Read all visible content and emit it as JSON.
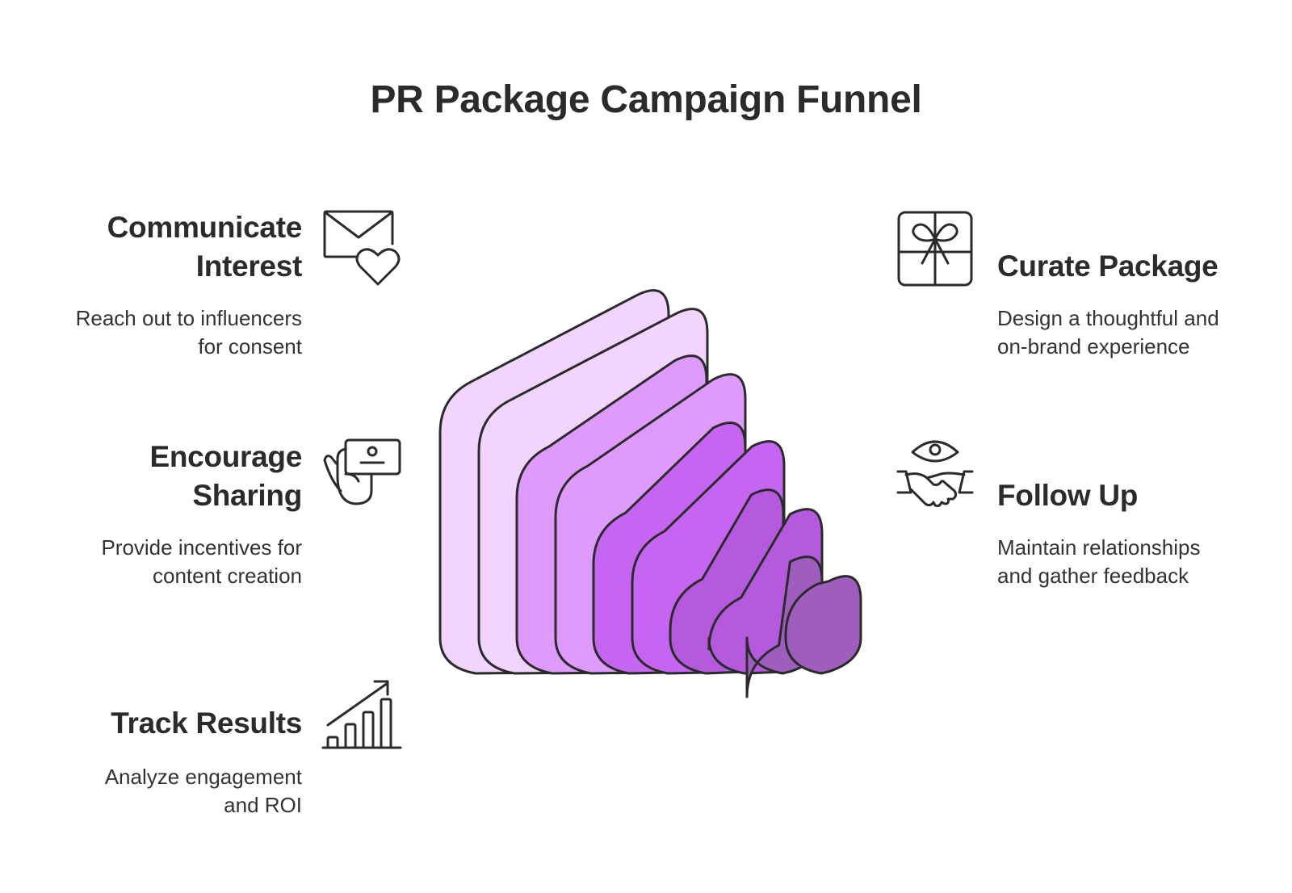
{
  "title": "PR Package Campaign Funnel",
  "steps": [
    {
      "id": "curate-package",
      "title": "Curate Package",
      "description_line1": "Design a thoughtful and",
      "description_line2": "on-brand experience",
      "icon": "gift-box-icon",
      "side": "right"
    },
    {
      "id": "communicate-interest",
      "title_line1": "Communicate",
      "title_line2": "Interest",
      "description_line1": "Reach out to influencers",
      "description_line2": "for consent",
      "icon": "envelope-heart-icon",
      "side": "left"
    },
    {
      "id": "encourage-sharing",
      "title_line1": "Encourage",
      "title_line2": "Sharing",
      "description_line1": "Provide incentives for",
      "description_line2": "content creation",
      "icon": "hand-card-icon",
      "side": "left"
    },
    {
      "id": "follow-up",
      "title": "Follow Up",
      "description_line1": "Maintain relationships",
      "description_line2": "and gather feedback",
      "icon": "eye-handshake-icon",
      "side": "right"
    },
    {
      "id": "track-results",
      "title": "Track Results",
      "description_line1": "Analyze engagement",
      "description_line2": "and ROI",
      "icon": "growth-chart-icon",
      "side": "left"
    }
  ],
  "funnel_colors": [
    "#F1D5FE",
    "#DE9BFD",
    "#C765F3",
    "#B55ADE",
    "#9F5EBE"
  ],
  "stroke_color": "#2b2b2b"
}
